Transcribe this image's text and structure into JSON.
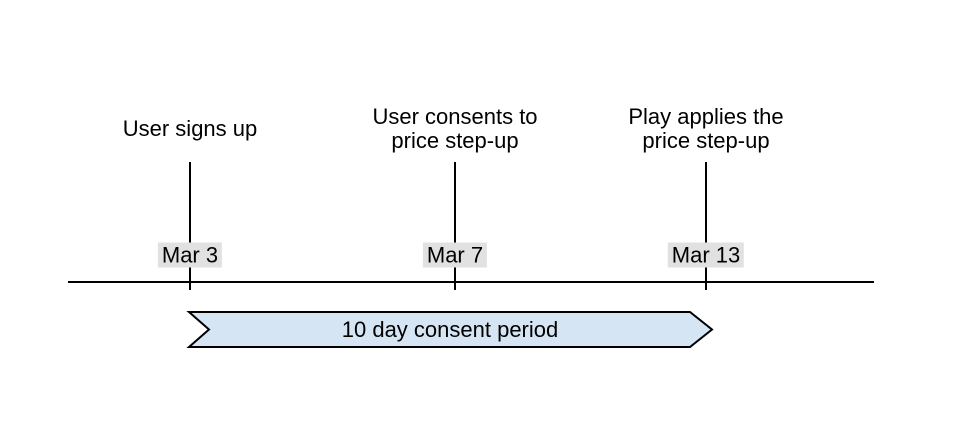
{
  "timeline": {
    "events": [
      {
        "label": "User signs up",
        "date": "Mar 3"
      },
      {
        "label": "User consents to\nprice step-up",
        "date": "Mar 7"
      },
      {
        "label": "Play applies the\nprice step-up",
        "date": "Mar 13"
      }
    ],
    "period": {
      "label": "10 day consent period",
      "fill_color": "#d6e5f3",
      "stroke_color": "#000000"
    },
    "colors": {
      "background": "#ffffff",
      "axis_line": "#000000",
      "text": "#000000",
      "date_badge_background": "#e1e1e1"
    }
  }
}
